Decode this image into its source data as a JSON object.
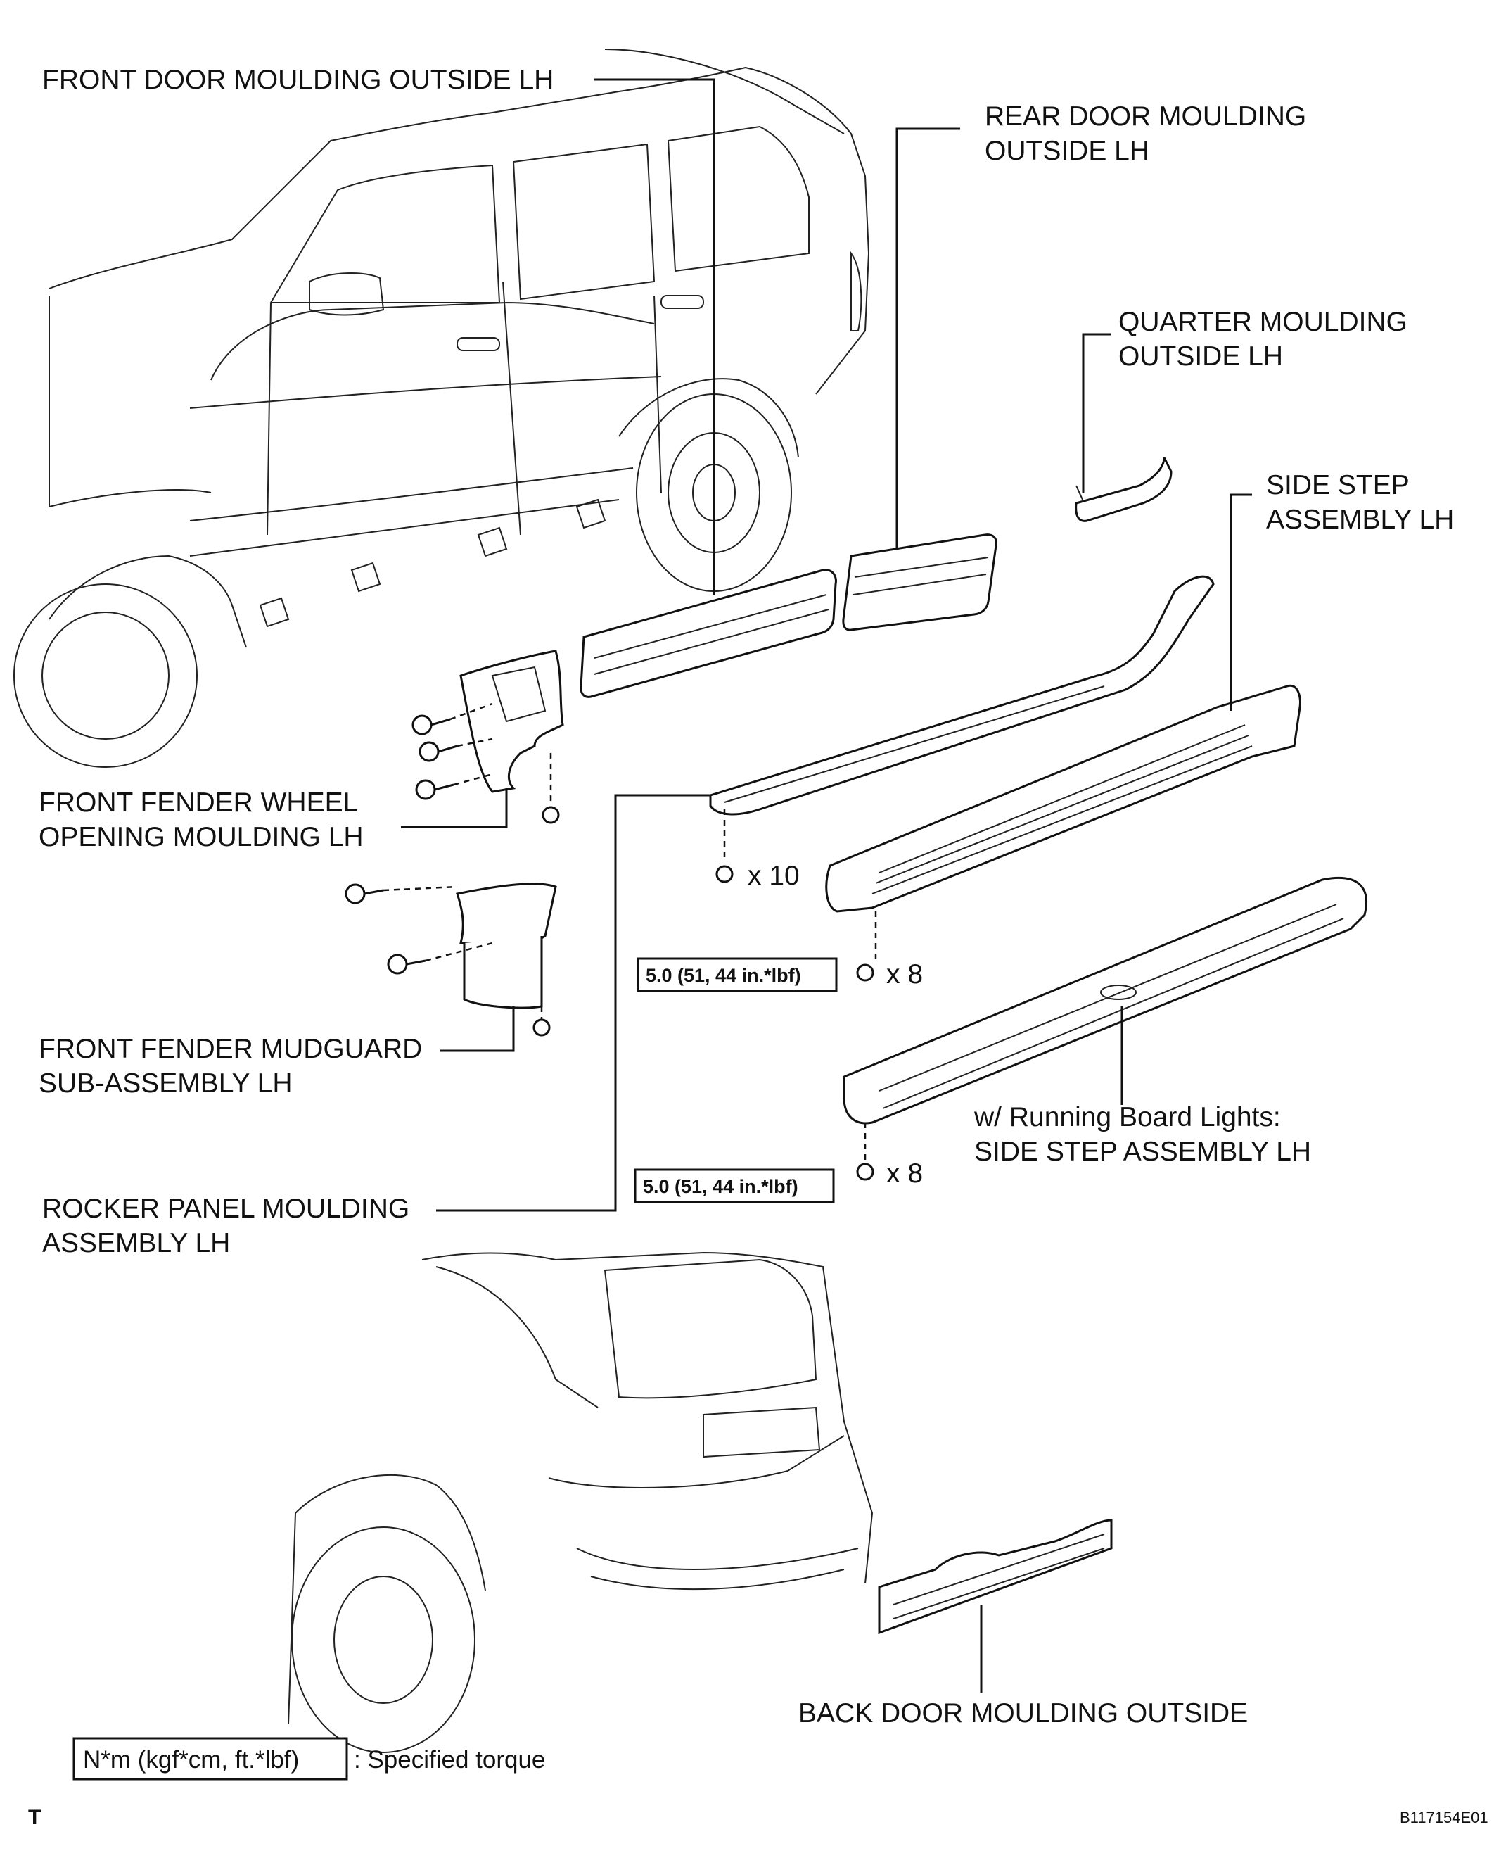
{
  "labels": {
    "front_door_moulding": "FRONT DOOR MOULDING OUTSIDE LH",
    "rear_door_moulding": [
      "REAR DOOR MOULDING",
      "OUTSIDE LH"
    ],
    "quarter_moulding": [
      "QUARTER MOULDING",
      "OUTSIDE LH"
    ],
    "side_step": [
      "SIDE STEP",
      "ASSEMBLY LH"
    ],
    "front_fender_wheel_opening": [
      "FRONT FENDER WHEEL",
      "OPENING MOULDING LH"
    ],
    "front_fender_mudguard": [
      "FRONT FENDER MUDGUARD",
      "SUB-ASSEMBLY LH"
    ],
    "running_board": [
      "w/ Running Board Lights:",
      "SIDE STEP ASSEMBLY LH"
    ],
    "rocker_panel": [
      "ROCKER PANEL MOULDING",
      "ASSEMBLY LH"
    ],
    "back_door_moulding": "BACK DOOR MOULDING OUTSIDE"
  },
  "quantities": {
    "rocker_clips": "x 10",
    "side_step_bolts": "x 8",
    "running_board_bolts": "x 8"
  },
  "torques": {
    "side_step": "5.0 (51, 44 in.*lbf)",
    "running_board": "5.0 (51, 44 in.*lbf)"
  },
  "legend": {
    "box_text": "N*m (kgf*cm, ft.*lbf)",
    "description": ": Specified torque"
  },
  "corner_mark": "T",
  "figure_code": "B117154E01"
}
